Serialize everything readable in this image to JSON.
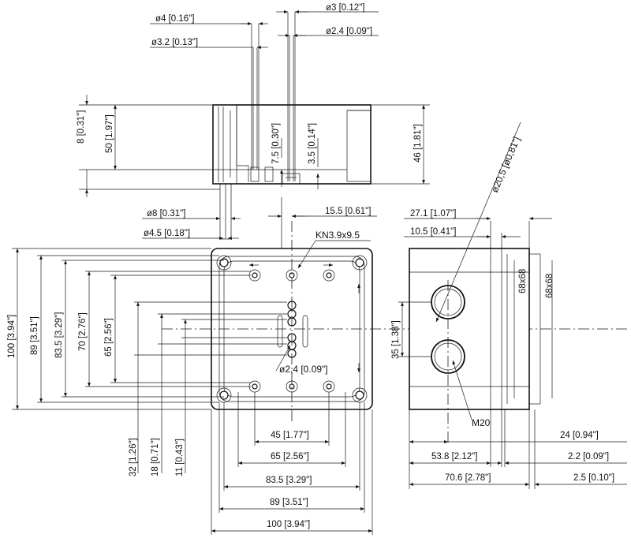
{
  "top_view": {
    "d_pin_outer": "ø4 [0.16\"]",
    "d_pin_inner": "ø3.2 [0.13\"]",
    "d_screw_outer": "ø3 [0.12\"]",
    "d_screw_inner": "ø2.4 [0.09\"]",
    "h_lid": "8 [0.31\"]",
    "h_body": "50 [1.97\"]",
    "h_pin": "7.5 [0.30\"]",
    "h_screw": "3.5 [0.14\"]",
    "h_right": "46 [1.81\"]",
    "d_foot_outer": "ø8 [0.31\"]",
    "d_foot_inner": "ø4.5 [0.18\"]"
  },
  "front_view": {
    "offset_top": "15.5 [0.61\"]",
    "screw_label": "KN3.9x9.5",
    "h_100": "100 [3.94\"]",
    "h_89": "89 [3.51\"]",
    "h_83_5": "83.5 [3.29\"]",
    "h_70": "70 [2.76\"]",
    "h_65": "65 [2.56\"]",
    "center_hole": "ø2,4 [0.09\"]",
    "v_32": "32 [1.26\"]",
    "v_18": "18 [0.71\"]",
    "v_11": "11 [0.43\"]",
    "w_45": "45 [1.77\"]",
    "w_65": "65 [2.56\"]",
    "w_83_5": "83.5 [3.29\"]",
    "w_89": "89 [3.51\"]",
    "w_100": "100 [3.94\"]"
  },
  "side_view": {
    "w_27_1": "27.1 [1.07\"]",
    "w_10_5": "10.5 [0.41\"]",
    "knockout": "ø20,5 [ø0,81\"]",
    "area_1": "68x68",
    "area_2": "68x68",
    "v_35": "35 [1.38\"]",
    "thread": "M20",
    "w_24": "24 [0.94\"]",
    "w_53_8": "53.8 [2.12\"]",
    "w_2_2": "2.2 [0.09\"]",
    "w_70_6": "70.6 [2.78\"]",
    "w_2_5": "2.5 [0.10\"]"
  }
}
